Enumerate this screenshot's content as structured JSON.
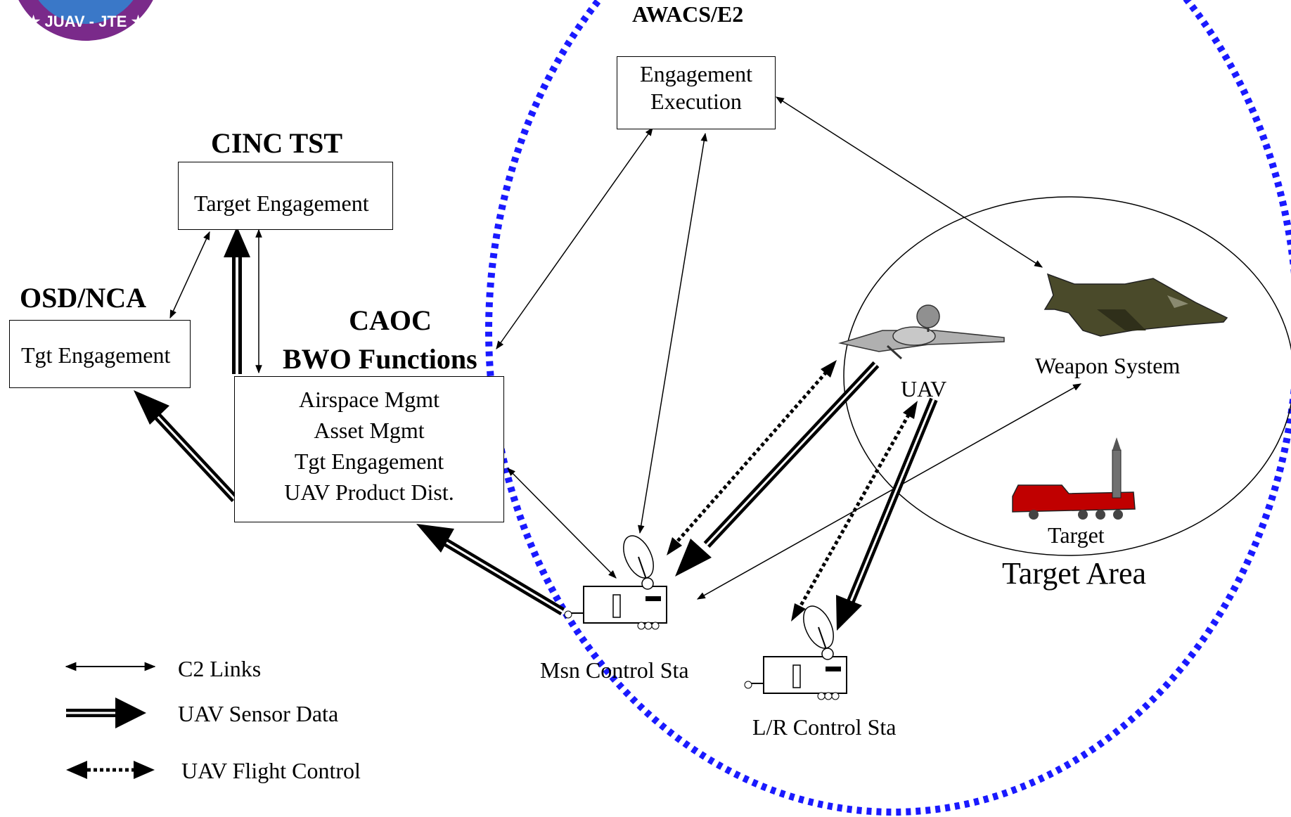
{
  "logo": {
    "text": "JUAV - JTE"
  },
  "nodes": {
    "awacs": {
      "title": "AWACS/E2",
      "lines": [
        "Engagement",
        "Execution"
      ]
    },
    "cinc": {
      "title": "CINC TST",
      "lines": [
        "Target Engagement"
      ]
    },
    "osd": {
      "title": "OSD/NCA",
      "lines": [
        "Tgt Engagement"
      ]
    },
    "caoc": {
      "title_lines": [
        "CAOC",
        "BWO Functions"
      ],
      "lines": [
        "Airspace Mgmt",
        "Asset Mgmt",
        "Tgt Engagement",
        "UAV Product Dist."
      ]
    },
    "uav": {
      "label": "UAV"
    },
    "weapon": {
      "label": "Weapon System"
    },
    "target": {
      "label": "Target"
    },
    "target_area": {
      "label": "Target Area"
    },
    "msn_station": {
      "label": "Msn Control Sta"
    },
    "lr_station": {
      "label": "L/R Control Sta"
    }
  },
  "legend": {
    "items": [
      {
        "label": "C2 Links"
      },
      {
        "label": "UAV Sensor Data"
      },
      {
        "label": "UAV Flight Control"
      }
    ]
  },
  "colors": {
    "dotted_circle": "#1a1aff",
    "aircraft": "#4a4a2a",
    "target_vehicle": "#c00000",
    "logo_fill": "#3a78c8",
    "logo_ring": "#7a2a8a"
  }
}
